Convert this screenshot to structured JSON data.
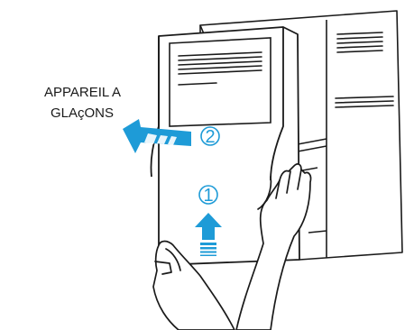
{
  "label": {
    "line1": "APPAREIL A",
    "line2": "GLAçONS"
  },
  "steps": [
    {
      "number": "1",
      "action": "push-up"
    },
    {
      "number": "2",
      "action": "pull-out"
    }
  ],
  "colors": {
    "line": "#1a1a1a",
    "arrow": "#1e9bd7",
    "arrow_light": "#9ed3ef",
    "background": "#ffffff"
  },
  "icons": [
    "up-arrow-icon",
    "left-arrow-icon",
    "left-hand-icon",
    "right-hand-icon"
  ]
}
